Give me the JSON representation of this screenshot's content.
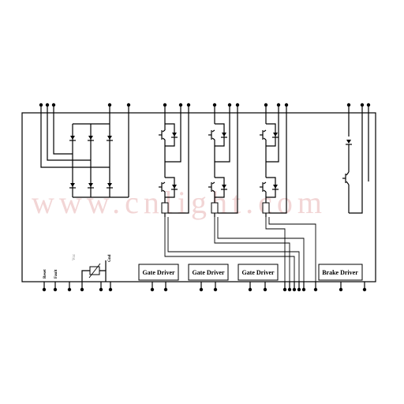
{
  "watermark": "www.cnlight.com",
  "drivers": [
    {
      "label": "Gate Driver"
    },
    {
      "label": "Gate Driver"
    },
    {
      "label": "Gate Driver"
    },
    {
      "label": "Brake Driver"
    }
  ],
  "pin_labels": {
    "reset": "Reset",
    "fault": "Fault",
    "vcc": "Vcc",
    "gnd": "Gnd"
  }
}
